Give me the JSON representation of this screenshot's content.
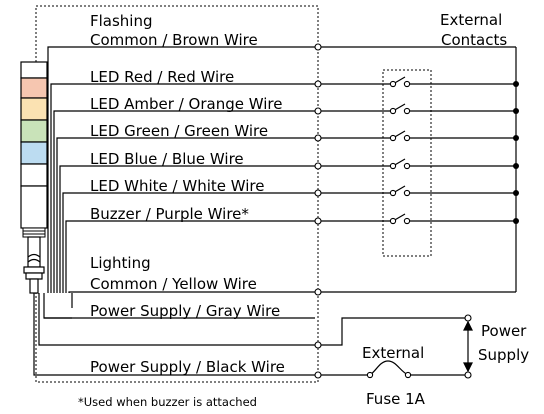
{
  "labels": {
    "flashing": "Flashing",
    "common_brown": "Common / Brown Wire",
    "external_contacts_1": "External",
    "external_contacts_2": "Contacts",
    "led_red": "LED Red / Red Wire",
    "led_amber": "LED Amber / Orange Wire",
    "led_green": "LED Green / Green Wire",
    "led_blue": "LED Blue / Blue Wire",
    "led_white": "LED White / White Wire",
    "buzzer": "Buzzer / Purple Wire*",
    "lighting": "Lighting",
    "common_yellow": "Common / Yellow Wire",
    "power_gray": "Power Supply / Gray Wire",
    "power_black": "Power Supply / Black Wire",
    "power_supply_1": "Power",
    "power_supply_2": "Supply",
    "external_fuse_1": "External",
    "fuse": "Fuse 1A",
    "footnote": "*Used when buzzer is attached"
  },
  "colors": {
    "tier_red": "#f6c6b0",
    "tier_amber": "#fbe2b2",
    "tier_green": "#c9e3b9",
    "tier_blue": "#bcdcf1",
    "tier_white": "#ffffff",
    "line": "#000000"
  }
}
